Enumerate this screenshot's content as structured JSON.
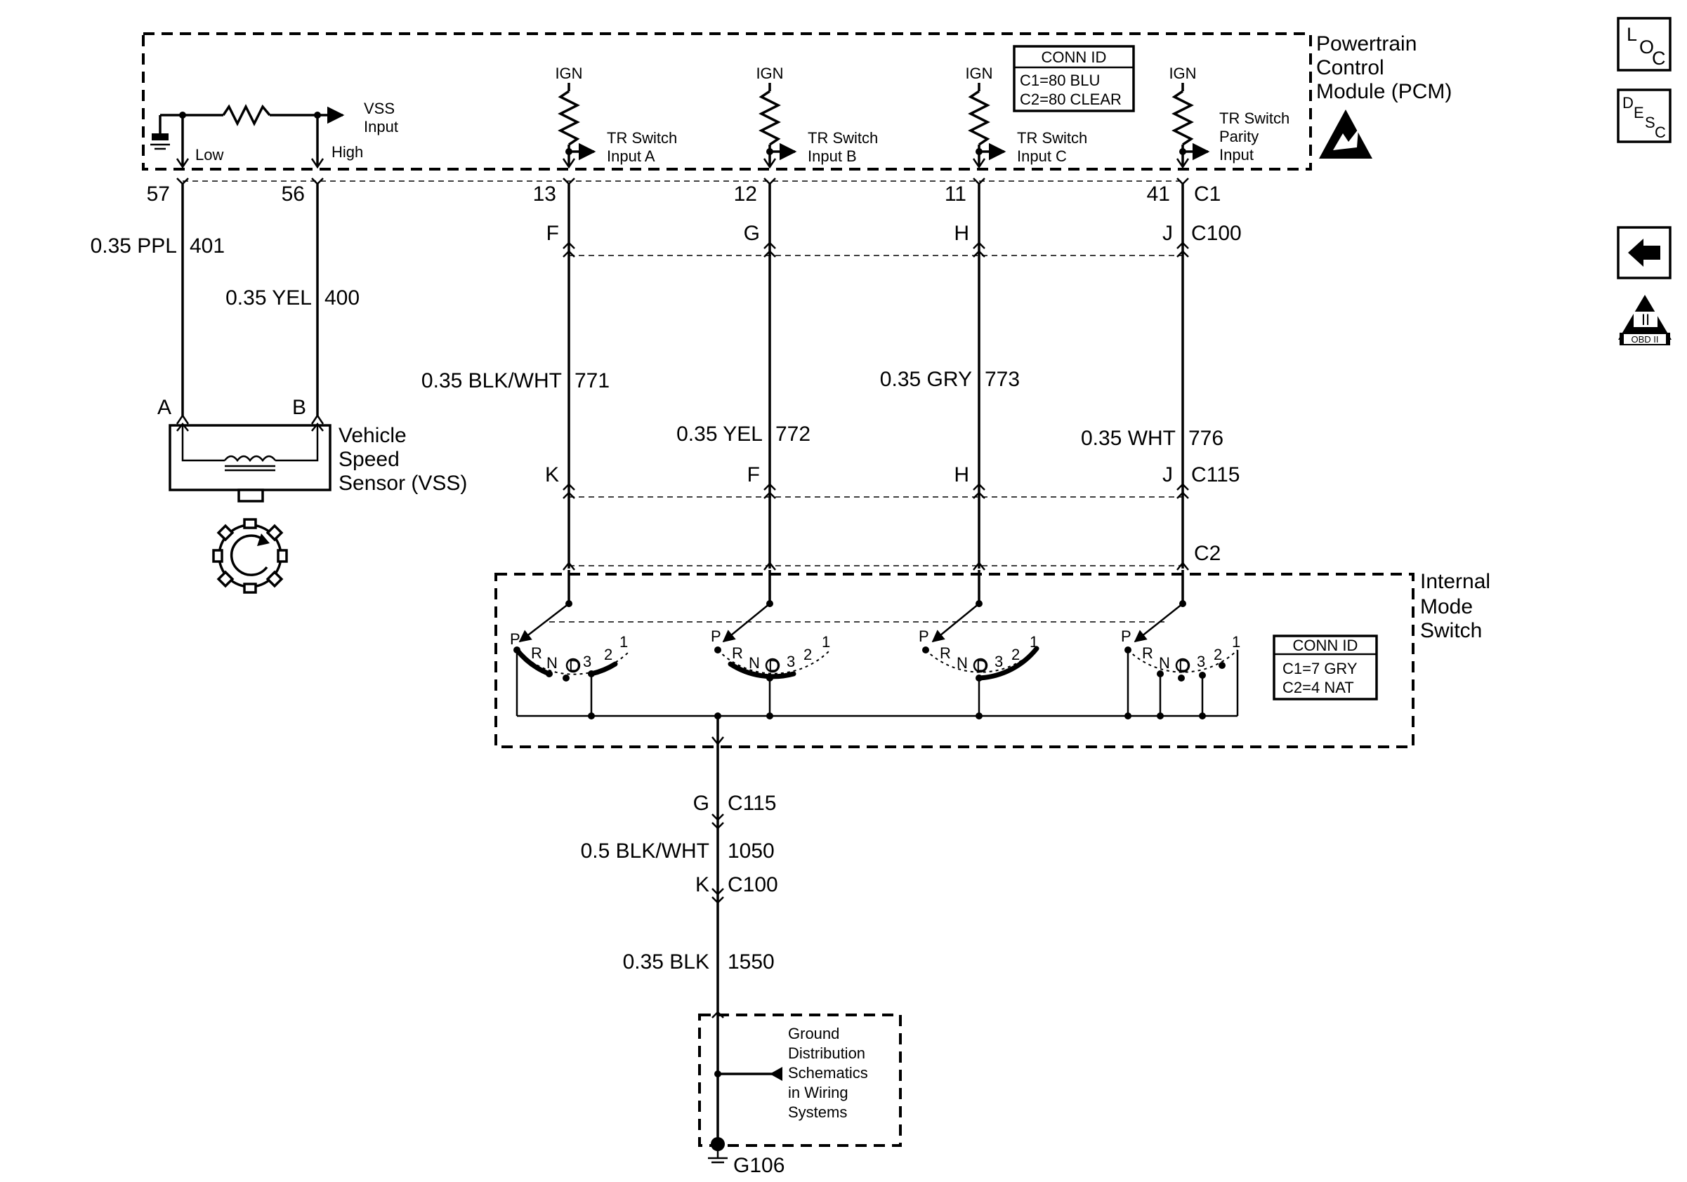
{
  "pcm": {
    "title_l1": "Powertrain",
    "title_l2": "Control",
    "title_l3": "Module (PCM)",
    "conn_id_title": "CONN ID",
    "conn_id_c1": "C1=80 BLU",
    "conn_id_c2": "C2=80 CLEAR",
    "vss_input_l1": "VSS",
    "vss_input_l2": "Input",
    "low": "Low",
    "high": "High",
    "ign": "IGN",
    "input_a_l1": "TR Switch",
    "input_a_l2": "Input A",
    "input_b_l1": "TR Switch",
    "input_b_l2": "Input B",
    "input_c_l1": "TR Switch",
    "input_c_l2": "Input C",
    "parity_l1": "TR Switch",
    "parity_l2": "Parity",
    "parity_l3": "Input"
  },
  "pins": {
    "p57": "57",
    "p56": "56",
    "p13": "13",
    "p12": "12",
    "p11": "11",
    "p41": "41",
    "c1": "C1"
  },
  "wires": {
    "w401_gauge": "0.35 PPL",
    "w401_num": "401",
    "w400_gauge": "0.35 YEL",
    "w400_num": "400",
    "w771_gauge": "0.35 BLK/WHT",
    "w771_num": "771",
    "w772_gauge": "0.35 YEL",
    "w772_num": "772",
    "w773_gauge": "0.35 GRY",
    "w773_num": "773",
    "w776_gauge": "0.35 WHT",
    "w776_num": "776",
    "w1050_gauge": "0.5 BLK/WHT",
    "w1050_num": "1050",
    "w1550_gauge": "0.35 BLK",
    "w1550_num": "1550"
  },
  "connectors": {
    "c100_f": "F",
    "c100_g": "G",
    "c100_h": "H",
    "c100_j": "J",
    "c100": "C100",
    "c115_k": "K",
    "c115_f": "F",
    "c115_h": "H",
    "c115_j": "J",
    "c115": "C115",
    "c2": "C2",
    "low_g": "G",
    "low_c115": "C115",
    "low_k": "K",
    "low_c100": "C100"
  },
  "vss": {
    "pin_a": "A",
    "pin_b": "B",
    "label_l1": "Vehicle",
    "label_l2": "Speed",
    "label_l3": "Sensor (VSS)"
  },
  "mode_switch": {
    "label_l1": "Internal",
    "label_l2": "Mode",
    "label_l3": "Switch",
    "conn_id_title": "CONN ID",
    "conn_id_c1": "C1=7 GRY",
    "conn_id_c2": "C2=4 NAT",
    "pos_p": "P",
    "pos_r": "R",
    "pos_n": "N",
    "pos_d": "D",
    "pos_3": "3",
    "pos_2": "2",
    "pos_1": "1"
  },
  "ground": {
    "box_l1": "Ground",
    "box_l2": "Distribution",
    "box_l3": "Schematics",
    "box_l4": "in Wiring",
    "box_l5": "Systems",
    "g106": "G106"
  },
  "side_icons": {
    "loc_l": "L",
    "loc_o": "O",
    "loc_c": "C",
    "desc_d": "D",
    "desc_e": "E",
    "desc_s": "S",
    "desc_c": "C",
    "obd_roman": "II",
    "obd_text": "OBD II",
    "icon_names": [
      "loc-icon",
      "desc-icon",
      "back-arrow-icon",
      "obd2-icon",
      "esd-warning-icon"
    ]
  }
}
